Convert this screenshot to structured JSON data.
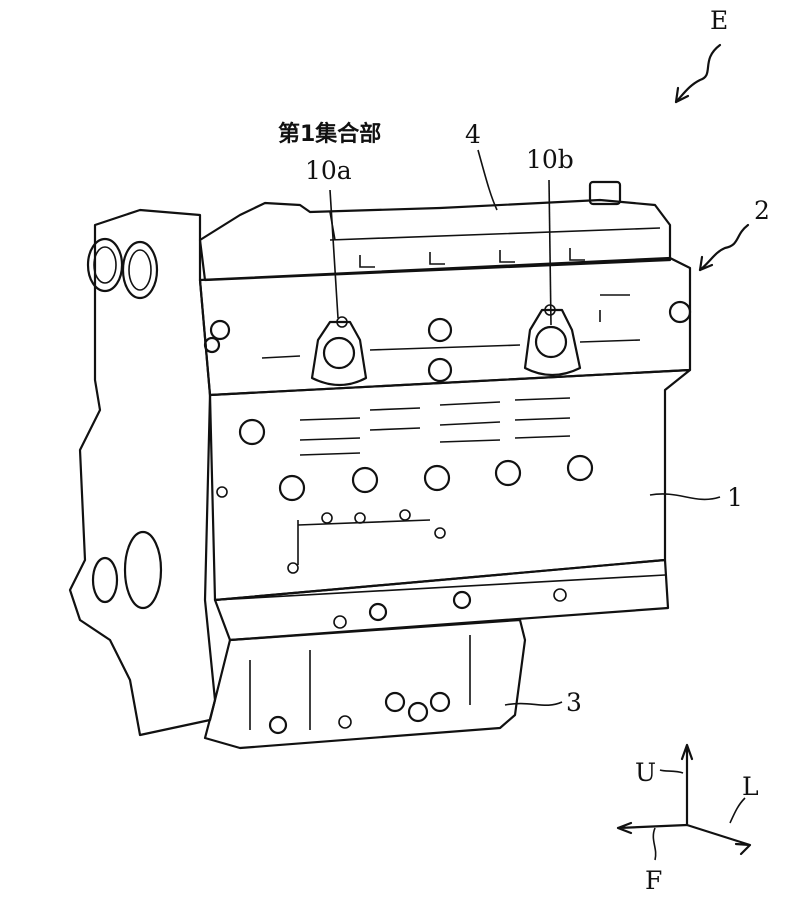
{
  "figure": {
    "labels": {
      "engine": "E",
      "collector_note": "第1集合部",
      "collector_a": "10a",
      "collector_b": "10b",
      "head_cover": "4",
      "cylinder_head": "2",
      "cylinder_block": "1",
      "oil_pan": "3"
    },
    "axes": {
      "up": "U",
      "left": "L",
      "front": "F"
    }
  }
}
